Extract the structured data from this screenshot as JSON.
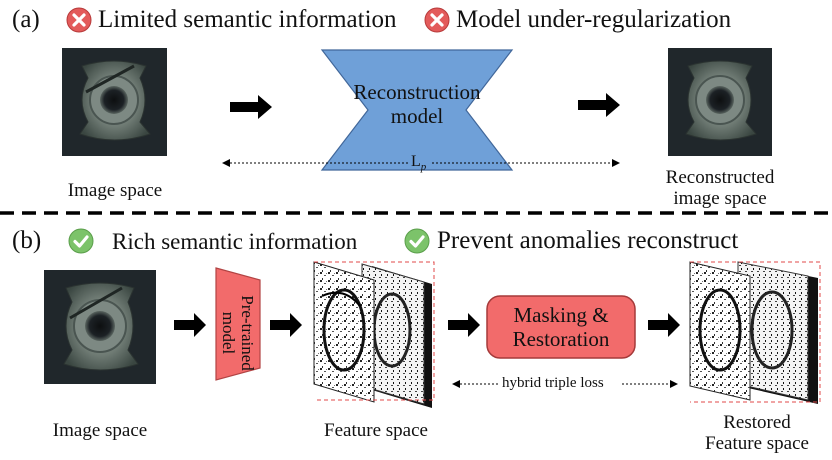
{
  "panel_a": {
    "label": "(a)",
    "issue_1": "Limited semantic information",
    "issue_2": "Model under-regularization",
    "input_caption": "Image space",
    "model_label_line1": "Reconstruction",
    "model_label_line2": "model",
    "loss_label": "L",
    "loss_subscript": "p",
    "output_caption_line1": "Reconstructed",
    "output_caption_line2": "image space"
  },
  "panel_b": {
    "label": "(b)",
    "benefit_1": "Rich semantic information",
    "benefit_2": "Prevent anomalies reconstruct",
    "input_caption": "Image space",
    "pretrained_line1": "Pre-trained",
    "pretrained_line2": "model",
    "feature_caption": "Feature space",
    "module_line1": "Masking &",
    "module_line2": "Restoration",
    "loss_label": "hybrid triple loss",
    "output_caption_line1": "Restored",
    "output_caption_line2": "Feature space"
  },
  "colors": {
    "reconstruction_model_fill": "#6fa0d8",
    "pretrained_fill": "#f26b6b",
    "restoration_fill": "#f26b6b",
    "cross_badge": "#e35b5b",
    "check_badge": "#7cc36a",
    "arrow": "#000000"
  },
  "icons": [
    "cross-circle-icon",
    "check-circle-icon",
    "right-arrow-icon",
    "double-arrow-icon"
  ]
}
